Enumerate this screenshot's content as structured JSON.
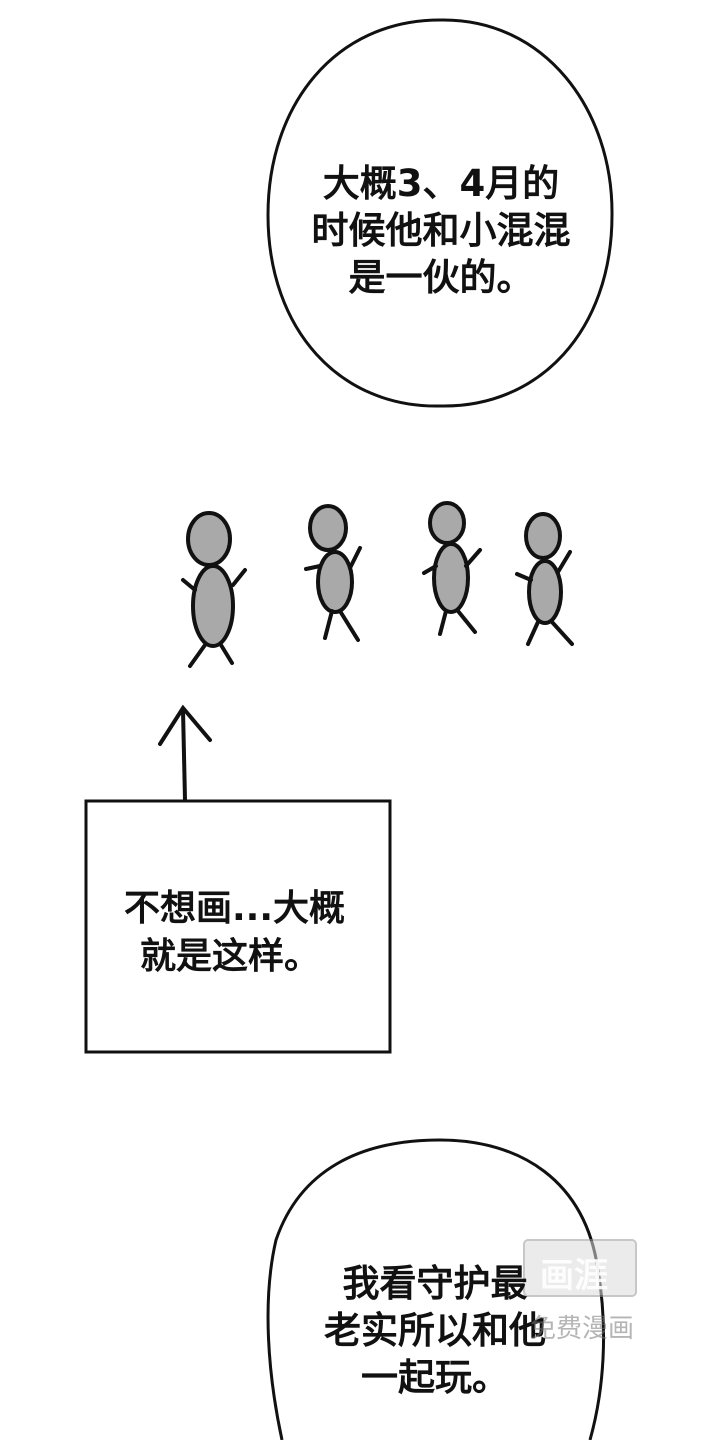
{
  "bubble_top": {
    "lines": [
      "大概3、4月的",
      "时候他和小混混",
      "是一伙的。"
    ]
  },
  "caption_box": {
    "lines": [
      "不想画...大概",
      "就是这样。"
    ]
  },
  "bubble_bottom": {
    "lines": [
      "我看守护最",
      "老实所以和他",
      "一起玩。"
    ]
  },
  "watermark": {
    "logo_text": "画涯",
    "label": "免费漫画"
  },
  "colors": {
    "ink": "#111111",
    "figure_fill": "#a9a9a9",
    "paper": "#ffffff"
  }
}
